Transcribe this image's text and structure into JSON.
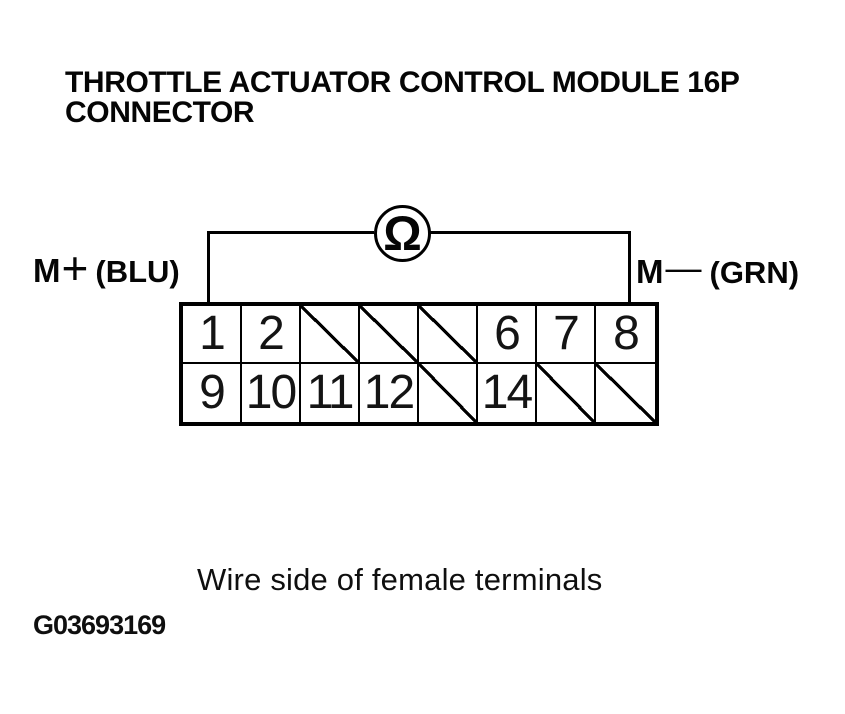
{
  "title": "THROTTLE ACTUATOR CONTROL MODULE 16P CONNECTOR",
  "ohmmeter": {
    "symbol": "Ω",
    "meaning": "ohmmeter-symbol"
  },
  "probes": {
    "left": {
      "name": "M",
      "sign": "+",
      "wire_color": "(BLU)"
    },
    "right": {
      "name": "M",
      "sign": "—",
      "wire_color": "(GRN)"
    }
  },
  "connector": {
    "type": "16P connector, wire side of female terminals",
    "rows": [
      [
        "1",
        "2",
        "",
        "",
        "",
        "6",
        "7",
        "8"
      ],
      [
        "9",
        "10",
        "11",
        "12",
        "",
        "14",
        "",
        ""
      ]
    ],
    "empty_cell_marker": "diagonal-slash",
    "measured_terminals": [
      "1",
      "8"
    ]
  },
  "caption": "Wire side of female terminals",
  "figure_id": "G03693169",
  "colors": {
    "ink": "#000000",
    "background": "#ffffff"
  }
}
